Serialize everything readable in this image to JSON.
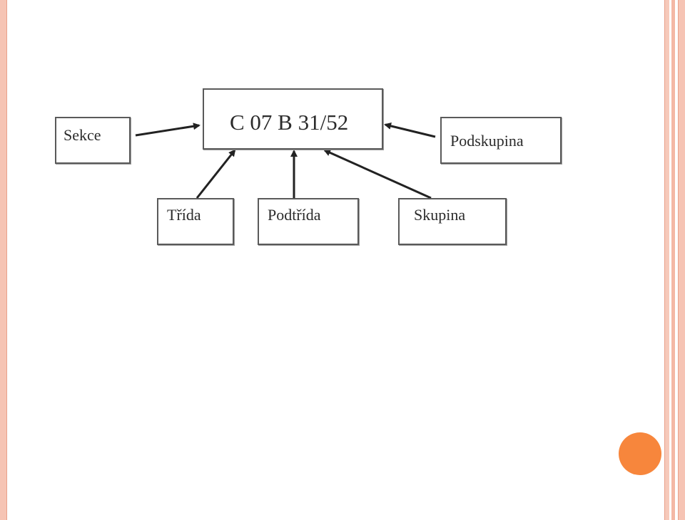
{
  "diagram": {
    "center_code": "C 07 B 31/52",
    "labels": {
      "sekce": "Sekce",
      "trida": "Třída",
      "podtrida": "Podtřída",
      "skupina": "Skupina",
      "podskupina": "Podskupina"
    }
  },
  "colors": {
    "frame": "#f6c4b4",
    "accent_dot": "#f7863c",
    "box_border": "#5a5a5a",
    "arrow": "#222222"
  }
}
